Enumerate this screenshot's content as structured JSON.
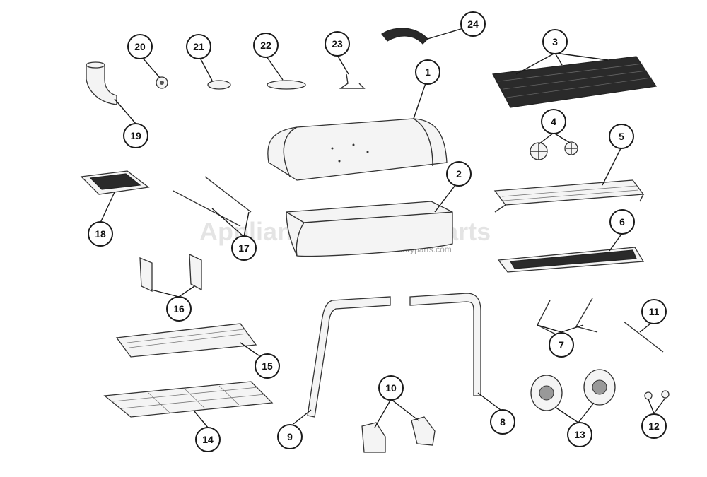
{
  "watermark": {
    "title": "Appliance Factory Parts",
    "url": "http://www.appliancefactoryparts.com"
  },
  "callouts": [
    "1",
    "2",
    "3",
    "4",
    "5",
    "6",
    "7",
    "8",
    "9",
    "10",
    "11",
    "12",
    "13",
    "14",
    "15",
    "16",
    "17",
    "18",
    "19",
    "20",
    "21",
    "22",
    "23",
    "24"
  ]
}
